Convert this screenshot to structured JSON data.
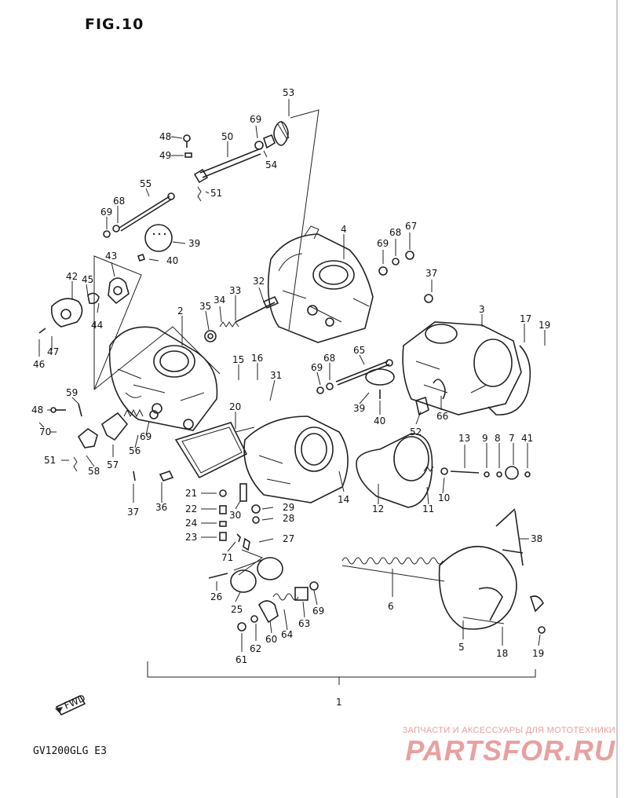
{
  "figure_title": "FIG.10",
  "model_code": "GV1200GLG E3",
  "fwd_marker": "FWD",
  "watermark": {
    "tagline": "ЗАПЧАСТИ И АКСЕССУАРЫ ДЛЯ МОТОТЕХНИКИ",
    "logo": "PARTSFOR.RU",
    "color": "#e8a0a0"
  },
  "part_labels": {
    "p53": "53",
    "p69a": "69",
    "p48a": "48",
    "p50": "50",
    "p49": "49",
    "p54": "54",
    "p51a": "51",
    "p55": "55",
    "p68a": "68",
    "p69b": "69",
    "p39a": "39",
    "p43": "43",
    "p40a": "40",
    "p4": "4",
    "p69c": "69",
    "p68b": "68",
    "p67": "67",
    "p42": "42",
    "p45": "45",
    "p33": "33",
    "p32": "32",
    "p35": "35",
    "p34": "34",
    "p44": "44",
    "p47": "47",
    "p46": "46",
    "p2": "2",
    "p37a": "37",
    "p3": "3",
    "p17": "17",
    "p19a": "19",
    "p15": "15",
    "p16": "16",
    "p31": "31",
    "p65": "65",
    "p69d": "69",
    "p68c": "68",
    "p59": "59",
    "p48b": "48",
    "p70": "70",
    "p20": "20",
    "p39b": "39",
    "p66": "66",
    "p40b": "40",
    "p69e": "69",
    "p56": "56",
    "p57": "57",
    "p51b": "51",
    "p58": "58",
    "p52": "52",
    "p13": "13",
    "p9": "9",
    "p8": "8",
    "p7": "7",
    "p41": "41",
    "p14": "14",
    "p12": "12",
    "p11": "11",
    "p10": "10",
    "p37b": "37",
    "p36": "36",
    "p21": "21",
    "p22": "22",
    "p30": "30",
    "p29": "29",
    "p28": "28",
    "p24": "24",
    "p23": "23",
    "p27": "27",
    "p71": "71",
    "p38": "38",
    "p26": "26",
    "p25": "25",
    "p6": "6",
    "p69f": "69",
    "p60": "60",
    "p64": "64",
    "p63": "63",
    "p62": "62",
    "p61": "61",
    "p5": "5",
    "p18": "18",
    "p19b": "19",
    "p1": "1"
  }
}
